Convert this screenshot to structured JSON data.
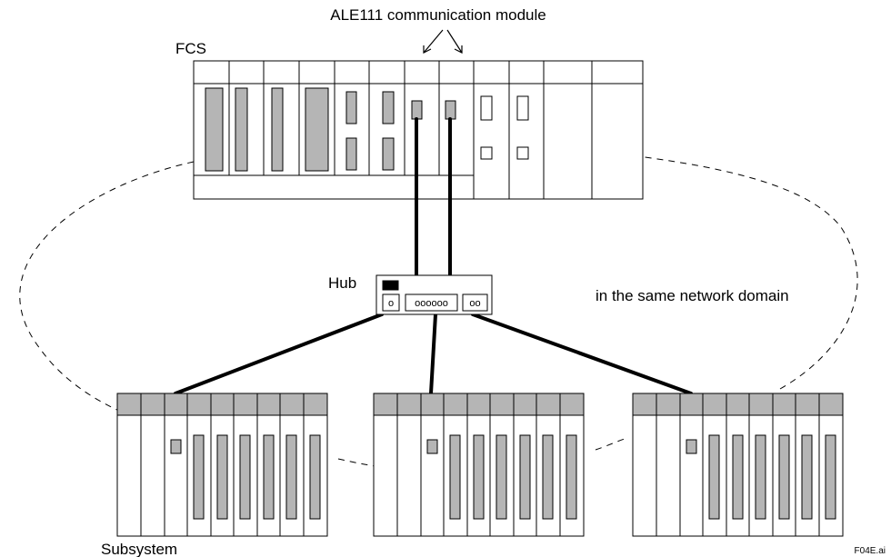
{
  "labels": {
    "module_callout": "ALE111 communication module",
    "fcs": "FCS",
    "hub": "Hub",
    "domain": "in the same network domain",
    "subsystem": "Subsystem",
    "file_id": "F04E.ai"
  },
  "hub_ports": {
    "left": "o",
    "middle": "oooooo",
    "right": "oo"
  },
  "colors": {
    "module_fill": "#b5b5b5",
    "line": "#000000",
    "background": "#ffffff"
  }
}
